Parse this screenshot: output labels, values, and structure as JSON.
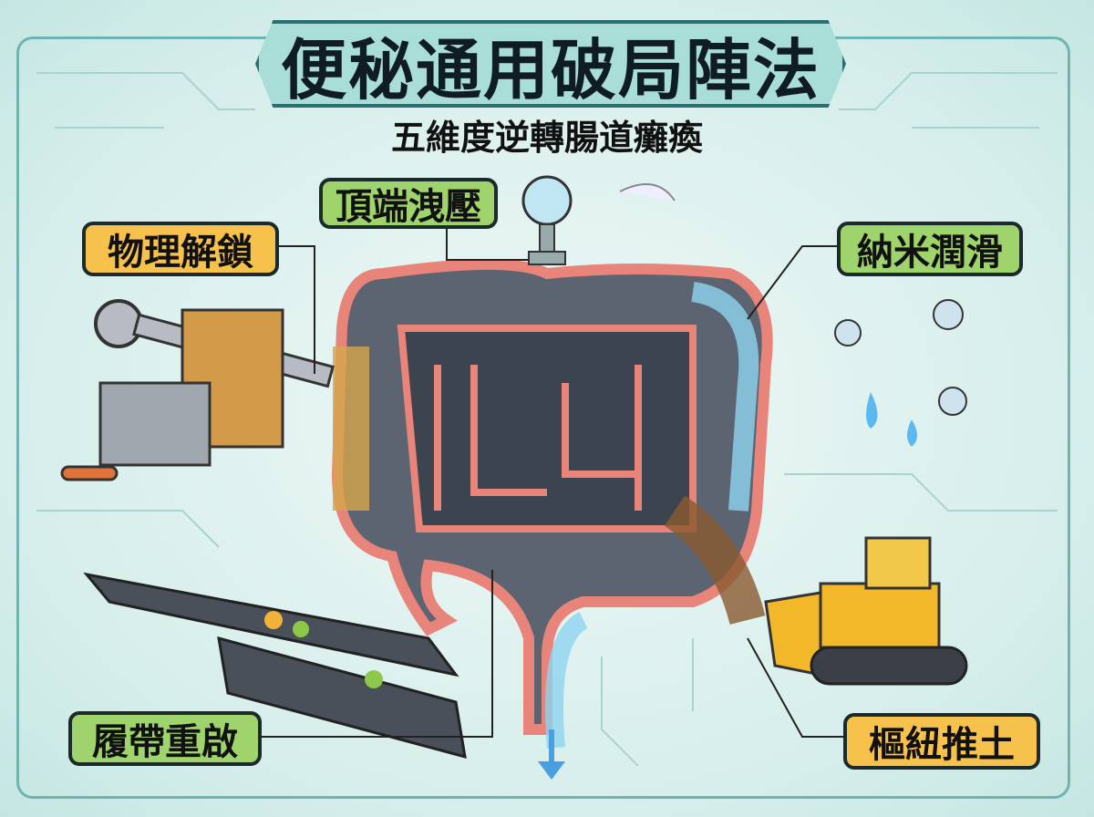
{
  "header": {
    "title": "便秘通用破局陣法",
    "subtitle": "五維度逆轉腸道癱瘓"
  },
  "labels": {
    "top_relief": "頂端洩壓",
    "physical_unlock": "物理解鎖",
    "nano_lubrication": "納米潤滑",
    "track_restart": "履帶重啟",
    "hub_bulldoze": "樞紐推土"
  },
  "colors": {
    "green_label": "#9fd46c",
    "orange_label": "#f7c24c",
    "frame": "#6fb3b2",
    "intestine": "#e8847a",
    "water": "#7fc9ea"
  }
}
